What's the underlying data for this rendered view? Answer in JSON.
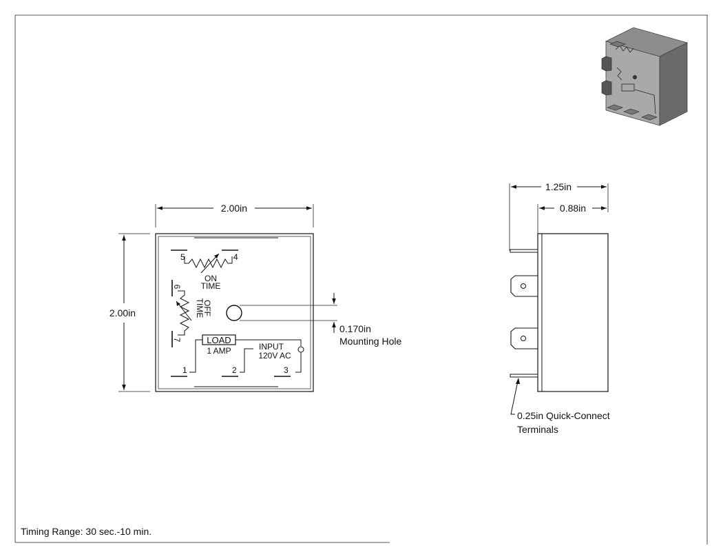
{
  "front_view": {
    "width_dim": "2.00in",
    "height_dim": "2.00in",
    "labels": {
      "t5": "5",
      "t4": "4",
      "on": "ON",
      "on_time": "TIME",
      "t6": "6",
      "off": "OFF",
      "off_time": "TIME",
      "t7": "7",
      "load": "LOAD",
      "amp": "1 AMP",
      "input": "INPUT",
      "volts": "120V AC",
      "t1": "1",
      "t2": "2",
      "t3": "3"
    },
    "hole_dim": "0.170in",
    "hole_label": "Mounting Hole"
  },
  "side_view": {
    "overall_depth": "1.25in",
    "body_depth": "0.88in",
    "terminal_label_1": "0.25in Quick-Connect",
    "terminal_label_2": "Terminals"
  },
  "footer": {
    "timing_range": "Timing Range: 30 sec.-10 min."
  },
  "colors": {
    "line": "#111111",
    "iso_top": "#8d8d8d",
    "iso_front": "#a9a9a9",
    "iso_side": "#6a6a6a"
  }
}
